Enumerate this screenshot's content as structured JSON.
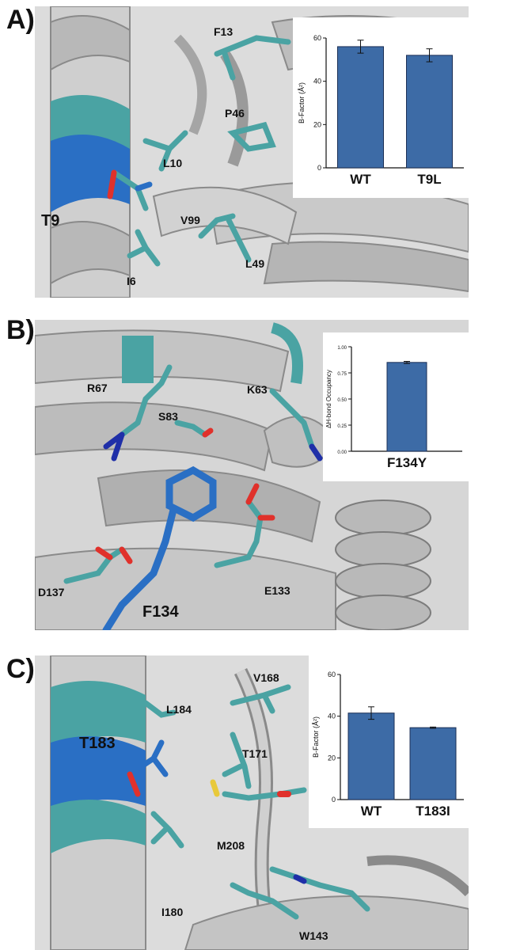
{
  "panels": {
    "a": {
      "letter": "A)",
      "residues": [
        "F13",
        "P46",
        "L10",
        "T9",
        "V99",
        "L49",
        "I6"
      ]
    },
    "b": {
      "letter": "B)",
      "residues": [
        "R67",
        "K63",
        "S83",
        "D137",
        "F134",
        "E133"
      ]
    },
    "c": {
      "letter": "C)",
      "residues": [
        "V168",
        "L184",
        "T183",
        "T171",
        "M208",
        "I180",
        "W143"
      ]
    }
  },
  "colors": {
    "bar": "#3d6ba6",
    "bar_edge": "#1b2f55",
    "ribbon": "#c8c8c8",
    "ribbon_dark": "#8a8a8a",
    "teal": "#4aa3a3",
    "blue_highlight": "#2a6fc4",
    "oxygen": "#e0312b",
    "nitrogen": "#1f2fa8",
    "sulfur": "#e8c93a"
  },
  "chart_data": [
    {
      "type": "bar",
      "categories": [
        "WT",
        "T9L"
      ],
      "values": [
        56,
        52
      ],
      "errors": [
        3,
        3
      ],
      "ylabel": "B-Factor (Å²)",
      "ylim": [
        0,
        60
      ],
      "yticks": [
        0,
        20,
        40,
        60
      ]
    },
    {
      "type": "bar",
      "categories": [
        "F134Y"
      ],
      "values": [
        0.85
      ],
      "errors": [
        0.01
      ],
      "ylabel": "ΔH-bond Occupancy",
      "ylim": [
        0,
        1.0
      ],
      "yticks": [
        "0.00",
        "0.25",
        "0.50",
        "0.75",
        "1.00"
      ]
    },
    {
      "type": "bar",
      "categories": [
        "WT",
        "T183I"
      ],
      "values": [
        41.5,
        34.5
      ],
      "errors": [
        3,
        0.3
      ],
      "ylabel": "B-Factor (Å²)",
      "ylim": [
        0,
        60
      ],
      "yticks": [
        0,
        20,
        40,
        60
      ]
    }
  ]
}
